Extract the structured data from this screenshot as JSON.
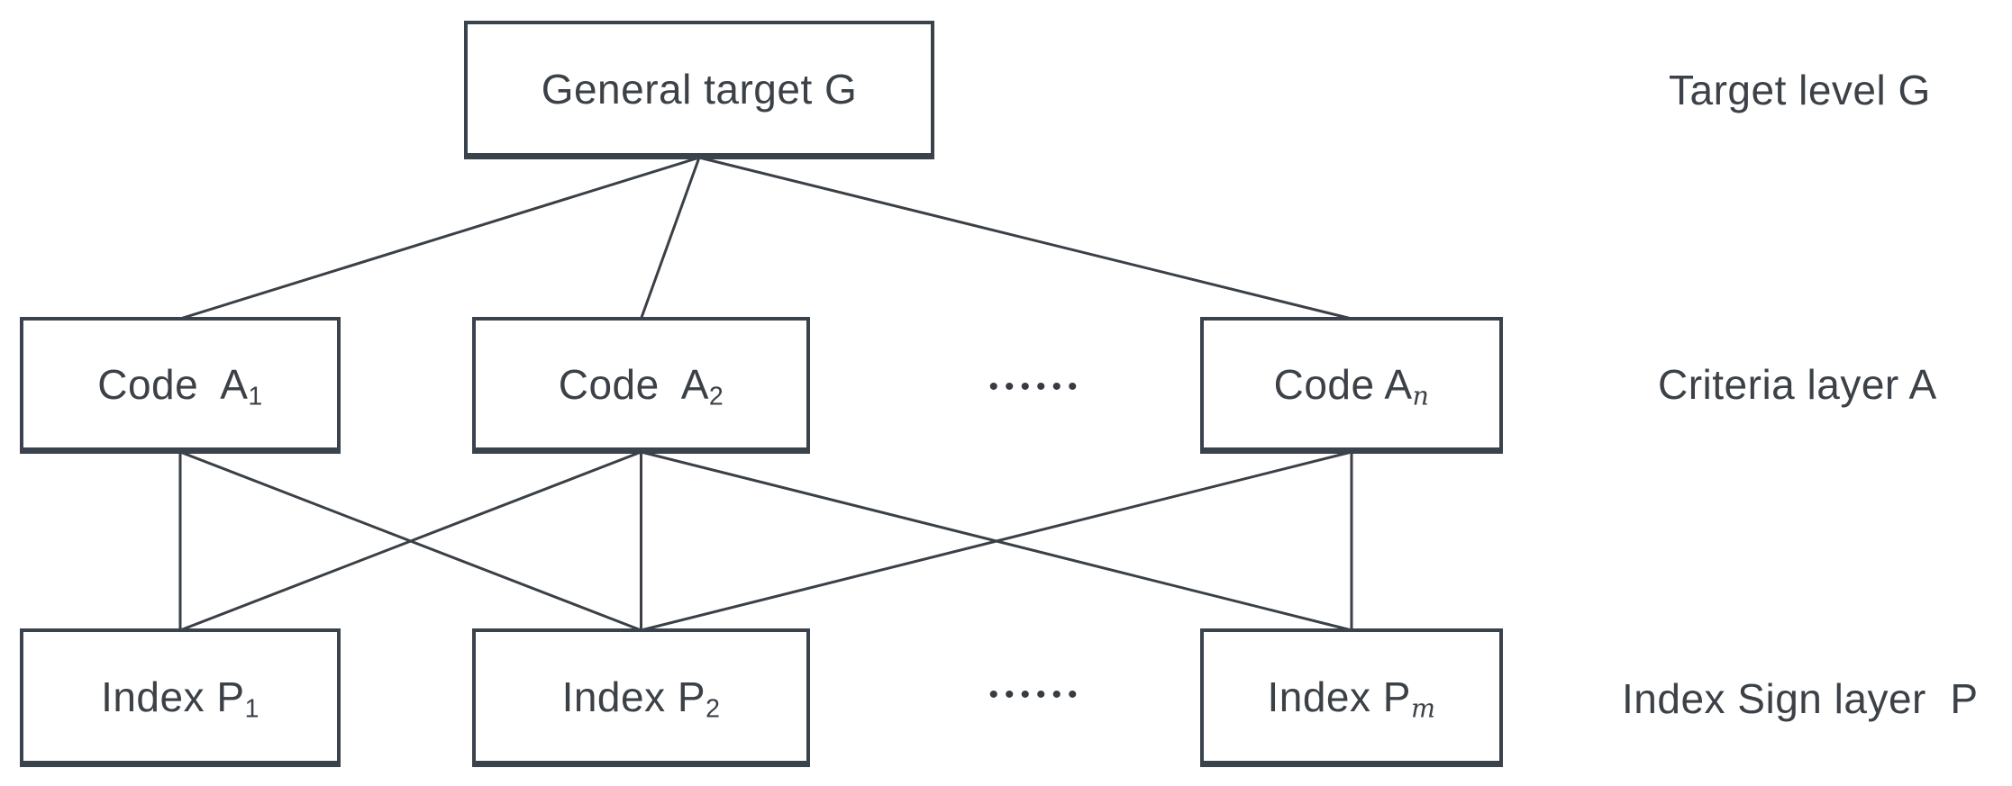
{
  "style": {
    "background": "#ffffff",
    "box_border_color": "#3a424b",
    "line_color": "#3a4046",
    "text_color": "#3b4147"
  },
  "nodes": {
    "g": {
      "text": "General target G"
    },
    "a1": {
      "text": "Code  A",
      "sub": "1"
    },
    "a2": {
      "text": "Code  A",
      "sub": "2"
    },
    "a3": {
      "text": "Code A",
      "sub": "n",
      "sub_style": "italic"
    },
    "p1": {
      "text": "Index P",
      "sub": "1"
    },
    "p2": {
      "text": "Index P",
      "sub": "2"
    },
    "p3": {
      "text": "Index P",
      "sub": "m",
      "sub_style": "italic"
    }
  },
  "dots": {
    "row2": "••••••",
    "row3": "••••••"
  },
  "layer_labels": {
    "target": "Target level G",
    "criteria": "Criteria layer A",
    "index": "Index Sign layer  P"
  },
  "edges": [
    {
      "from": "g",
      "to": "a1"
    },
    {
      "from": "g",
      "to": "a2"
    },
    {
      "from": "g",
      "to": "a3"
    },
    {
      "from": "a1",
      "to": "p1"
    },
    {
      "from": "a1",
      "to": "p2"
    },
    {
      "from": "a2",
      "to": "p1"
    },
    {
      "from": "a2",
      "to": "p2"
    },
    {
      "from": "a2",
      "to": "p3"
    },
    {
      "from": "a3",
      "to": "p2"
    },
    {
      "from": "a3",
      "to": "p3"
    }
  ]
}
